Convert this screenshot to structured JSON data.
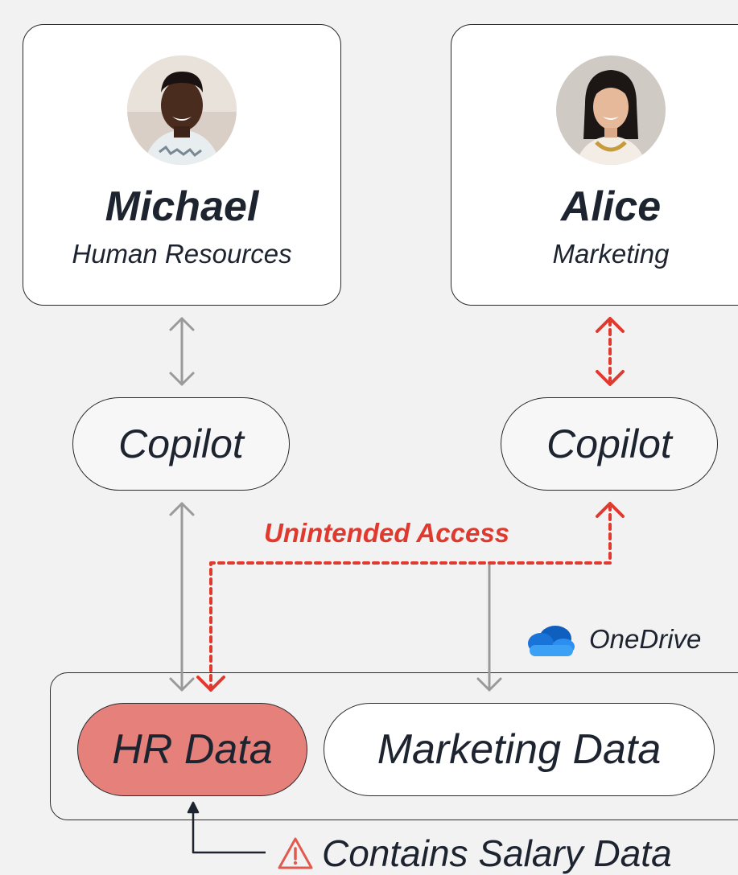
{
  "people": [
    {
      "name": "Michael",
      "department": "Human Resources"
    },
    {
      "name": "Alice",
      "department": "Marketing"
    }
  ],
  "copilot": {
    "left_label": "Copilot",
    "right_label": "Copilot"
  },
  "unintended_access_label": "Unintended Access",
  "onedrive": {
    "label": "OneDrive",
    "icon": "onedrive-cloud-icon"
  },
  "data_stores": {
    "hr_label": "HR Data",
    "marketing_label": "Marketing Data"
  },
  "salary_note": {
    "label": "Contains Salary Data",
    "icon": "warning-triangle-icon"
  },
  "colors": {
    "alert_red": "#e03a2f",
    "hr_fill": "#e6807a",
    "connector_gray": "#9a9a9a",
    "onedrive_blue": "#1a73d9"
  }
}
